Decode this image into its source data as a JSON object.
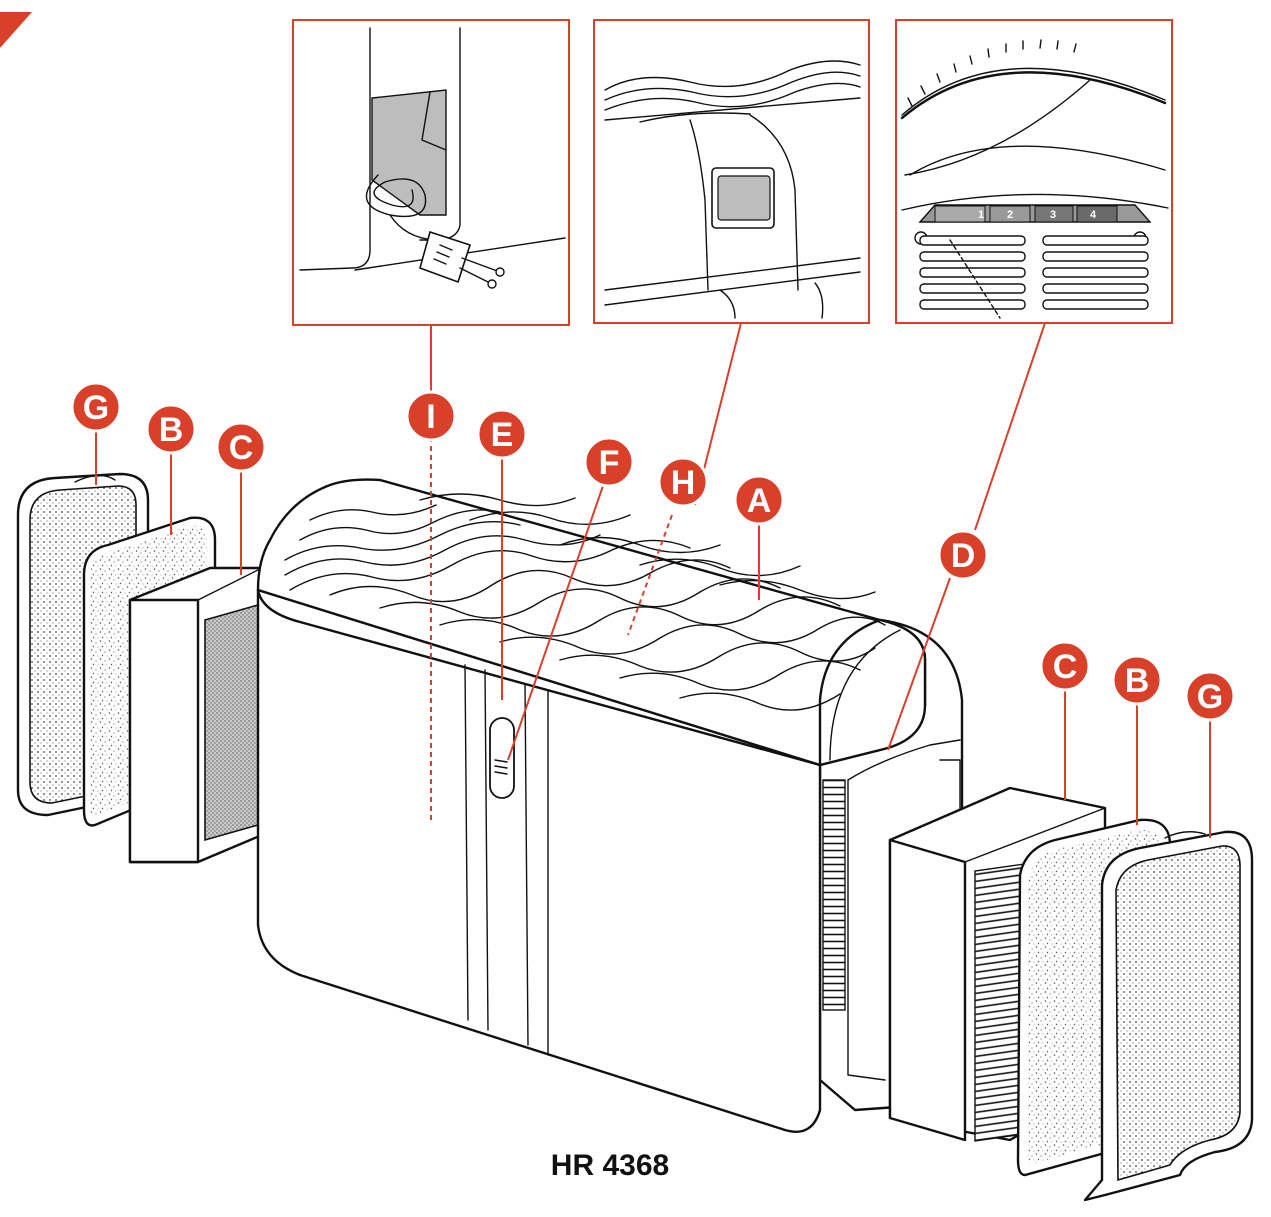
{
  "model_label": "HR 4368",
  "speed_settings": [
    "1",
    "2",
    "3",
    "4"
  ],
  "callouts": {
    "G_left": "G",
    "B_left": "B",
    "C_left": "C",
    "I": "I",
    "E": "E",
    "F": "F",
    "H": "H",
    "A": "A",
    "D": "D",
    "C_right": "C",
    "B_right": "B",
    "G_right": "G"
  },
  "colors": {
    "accent_red": "#d9402a",
    "line": "#111111",
    "inset_border": "#d9402a",
    "panel_gray": "#bdbdbd",
    "speed_dark": "#6a6a6a"
  }
}
